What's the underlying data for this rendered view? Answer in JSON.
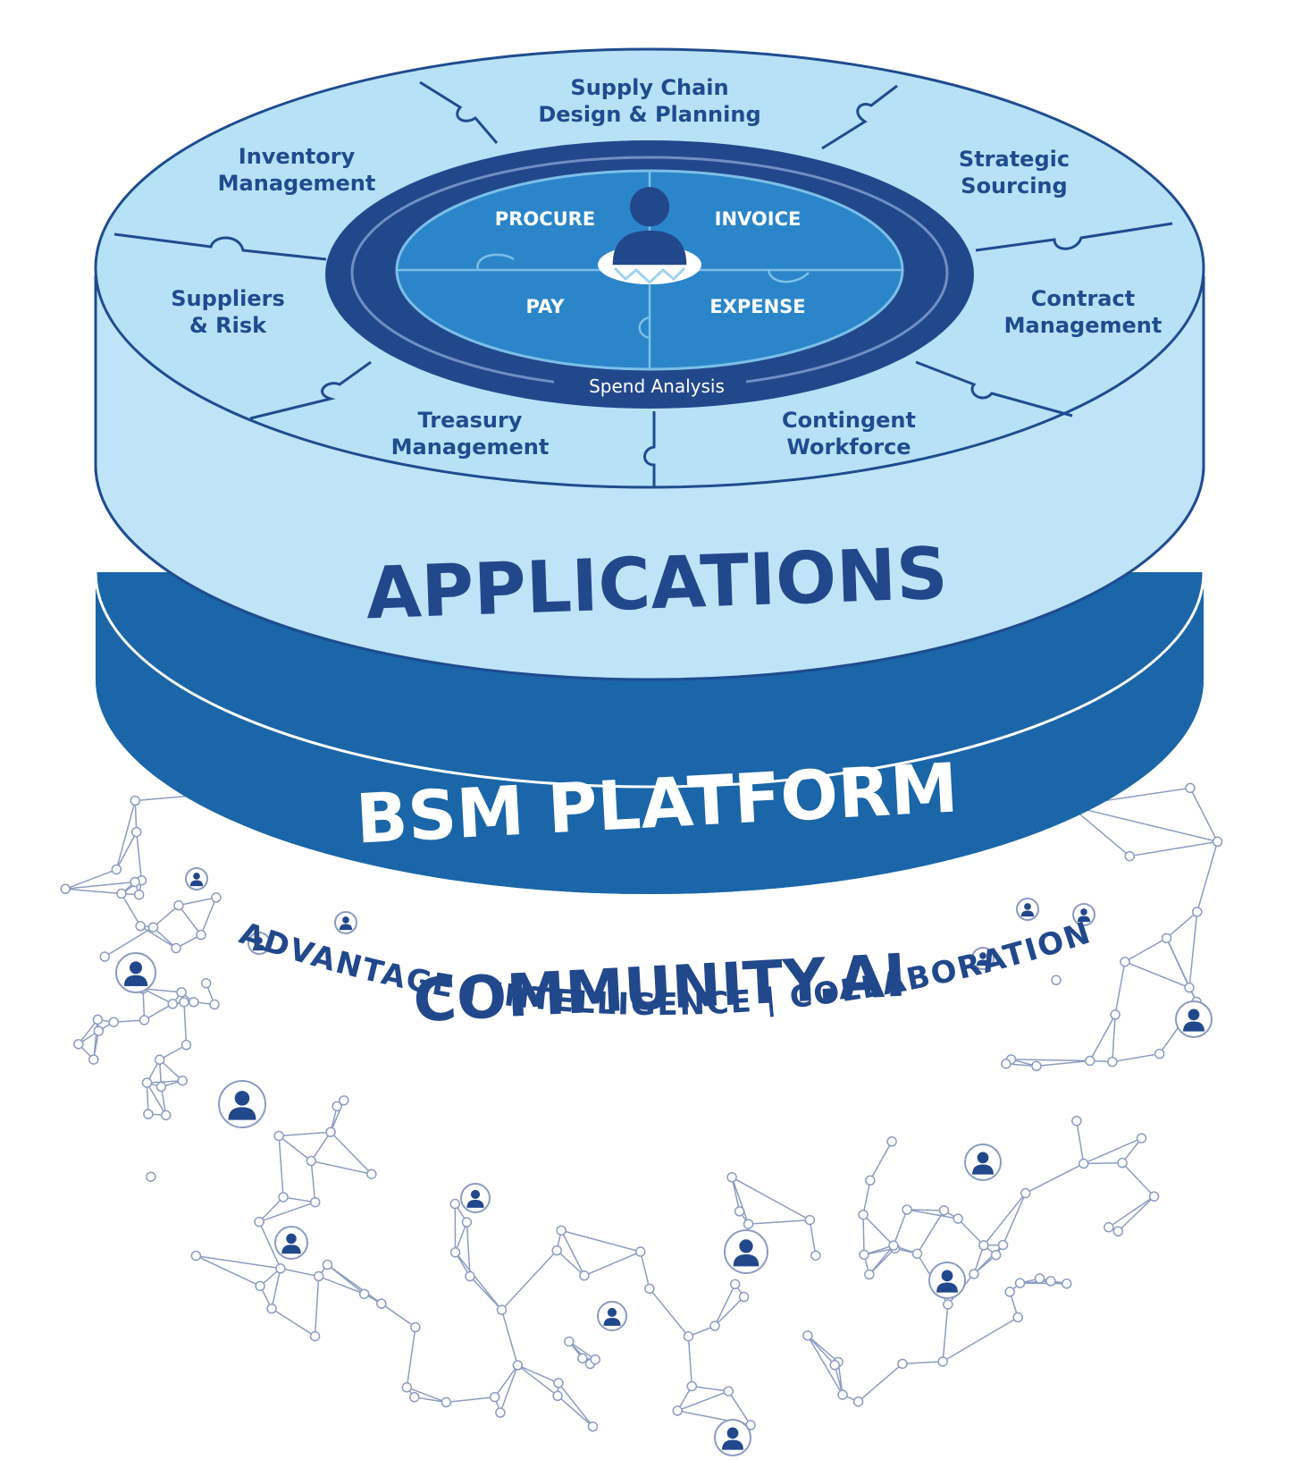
{
  "modules": {
    "supply_chain": [
      "Supply Chain",
      "Design & Planning"
    ],
    "strategic": [
      "Strategic",
      "Sourcing"
    ],
    "contract": [
      "Contract",
      "Management"
    ],
    "contingent": [
      "Contingent",
      "Workforce"
    ],
    "treasury": [
      "Treasury",
      "Management"
    ],
    "suppliers": [
      "Suppliers",
      "& Risk"
    ],
    "inventory": [
      "Inventory",
      "Management"
    ]
  },
  "core": {
    "procure": "PROCURE",
    "invoice": "INVOICE",
    "pay": "PAY",
    "expense": "EXPENSE",
    "ring_label": "Spend Analysis"
  },
  "layers": {
    "applications": "APPLICATIONS",
    "platform": "BSM PLATFORM"
  },
  "community": {
    "title": "COMMUNITY.AI",
    "tagline": "ADVANTAGE | INTELLIGENCE | COLLABORATION"
  },
  "colors": {
    "light_blue": "#bfe4f7",
    "mid_blue": "#1a66a8",
    "navy": "#22488c",
    "core_blue": "#2b86c9",
    "text_navy": "#1f4c8f",
    "network_line": "#8c9cc0"
  },
  "icons": [
    "person-icon",
    "network-node-icon"
  ]
}
